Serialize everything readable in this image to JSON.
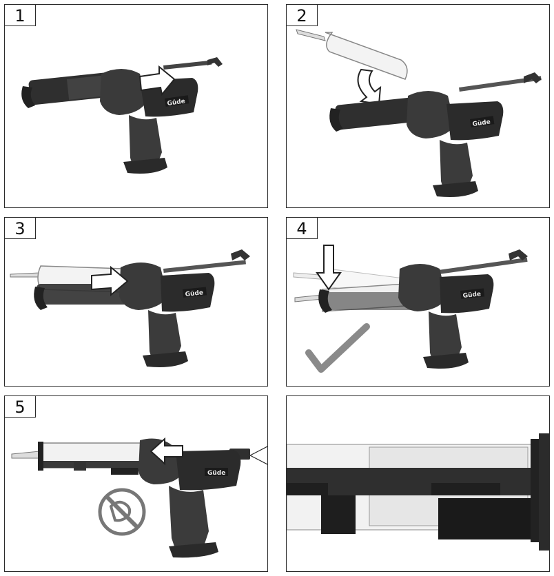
{
  "steps": [
    {
      "number": "1"
    },
    {
      "number": "2"
    },
    {
      "number": "3"
    },
    {
      "number": "4"
    },
    {
      "number": "5"
    }
  ],
  "brand_label": "Güde",
  "colors": {
    "border": "#2a2a2a",
    "tool_dark": "#2f2f2f",
    "tool_mid": "#555555",
    "cartridge": "#f2f2f2",
    "arrow_fill": "#ffffff",
    "check_mark": "#8a8a8a",
    "prohibited": "#777777"
  },
  "icons": [
    "push-arrow-icon",
    "down-arrow-icon",
    "check-mark-icon",
    "no-hand-icon"
  ]
}
